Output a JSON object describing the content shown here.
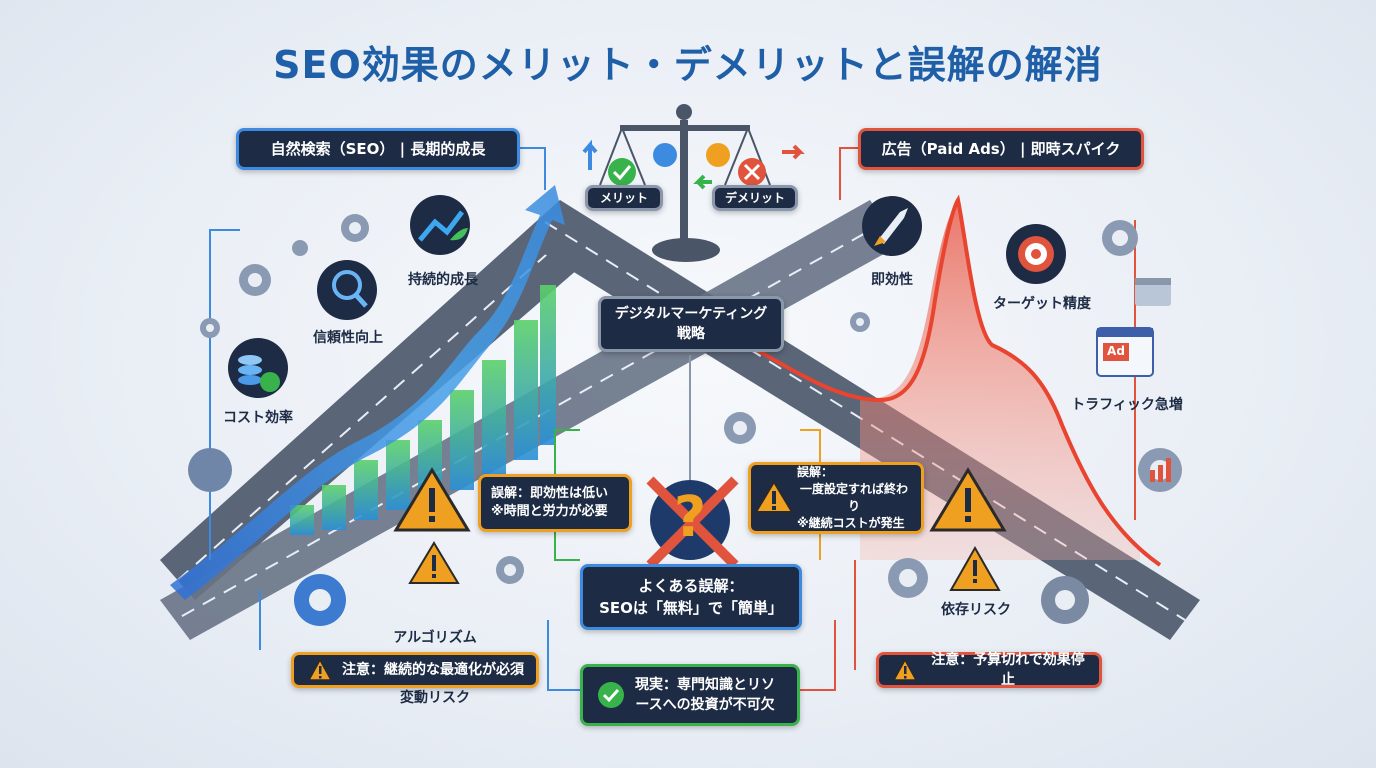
{
  "title": "SEO効果のメリット・デメリットと誤解の解消",
  "center": {
    "strategy_line1": "デジタルマーケティング",
    "strategy_line2": "戦略",
    "merit": "メリット",
    "demerit": "デメリット"
  },
  "left": {
    "header": "自然検索（SEO） | 長期的成長",
    "growth": "持続的成長",
    "trust": "信頼性向上",
    "cost": "コスト効率",
    "algorithm_line1": "アルゴリズム",
    "algorithm_line2": "変動リスク",
    "misconception_line1": "誤解：即効性は低い",
    "misconception_line2": "※時間と労力が必要",
    "caution": "注意：継続的な最適化が必須"
  },
  "right": {
    "header": "広告（Paid Ads） | 即時スパイク",
    "immediacy": "即効性",
    "targeting": "ターゲット精度",
    "traffic": "トラフィック急増",
    "ad_icon": "Ad",
    "dependency": "依存リスク",
    "misconception_line1": "誤解：",
    "misconception_line2": "一度設定すれば終わり",
    "misconception_line3": "※継続コストが発生",
    "caution": "注意：予算切れで効果停止"
  },
  "bottom": {
    "common_line1": "よくある誤解：",
    "common_line2": "SEOは「無料」で「簡単」",
    "reality_line1": "現実：専門知識とリソ",
    "reality_line2": "ースへの投資が不可欠"
  },
  "colors": {
    "title": "#1f5fa8",
    "seo_blue": "#3d8be0",
    "ads_red": "#e0543d",
    "warning_orange": "#f0a020",
    "success_green": "#38b24a",
    "box_dark": "#1d2b45"
  },
  "icons": [
    "gear-icon",
    "trend-up-icon",
    "people-search-icon",
    "coin-stack-icon",
    "rocket-icon",
    "target-icon",
    "browser-icon",
    "ad-window-icon",
    "warning-icon",
    "question-icon",
    "check-icon",
    "scale-icon",
    "bar-chart-icon"
  ]
}
